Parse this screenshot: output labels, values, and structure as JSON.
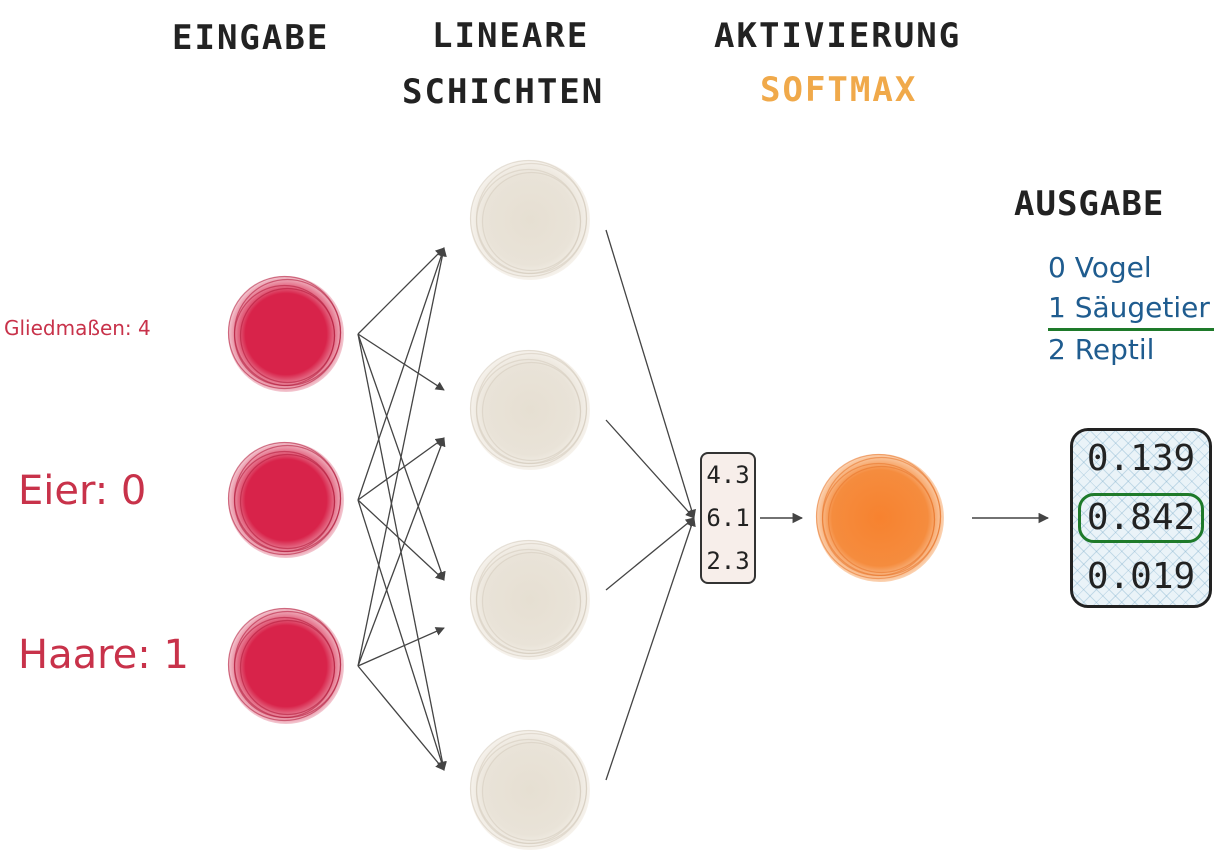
{
  "headers": {
    "input": "EINGABE",
    "linear_line1": "LINEARE",
    "linear_line2": "SCHICHTEN",
    "activation": "AKTIVIERUNG",
    "softmax": "SOFTMAX",
    "output": "AUSGABE"
  },
  "inputs": [
    {
      "label": "Gliedmaßen: 4"
    },
    {
      "label": "Eier: 0"
    },
    {
      "label": "Haare: 1"
    }
  ],
  "logits": [
    "4.3",
    "6.1",
    "2.3"
  ],
  "probabilities": [
    "0.139",
    "0.842",
    "0.019"
  ],
  "classes": [
    "0 Vogel",
    "1 Säugetier",
    "2 Reptil"
  ],
  "predicted_index": 1,
  "colors": {
    "input_node": "#d8234a",
    "hidden_node": "#e8e2d6",
    "softmax_node": "#f28a3c",
    "softmax_text": "#f0a94a",
    "legend_text": "#1f5c8f",
    "highlight": "#1e7a2a"
  }
}
